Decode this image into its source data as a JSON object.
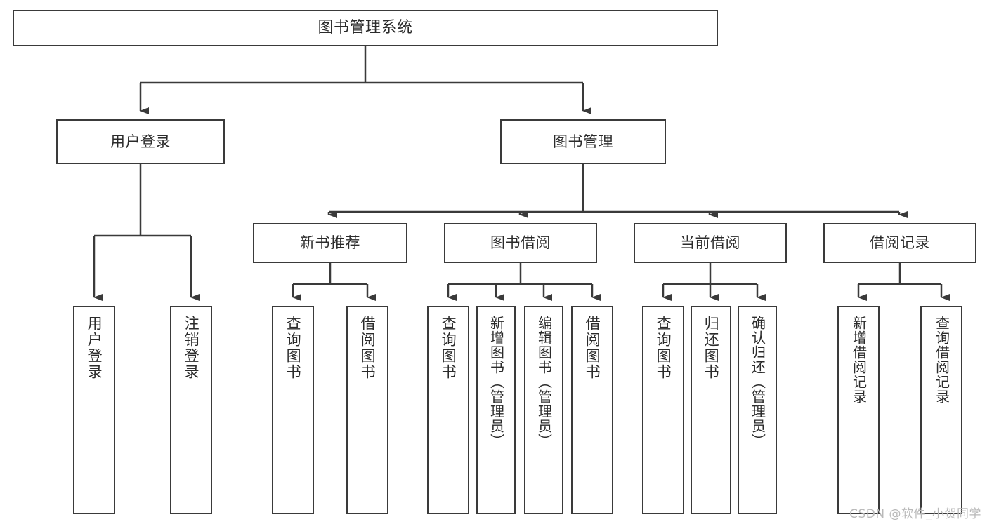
{
  "diagram": {
    "title": "图书管理系统",
    "watermark": "CSDN @软件_小贺同学",
    "colors": {
      "stroke": "#3a3a3a",
      "text": "#2b2b2b",
      "background": "#ffffff",
      "watermark": "#b9b9b9"
    },
    "root": {
      "label": "图书管理系统"
    },
    "level2": [
      {
        "label": "用户登录"
      },
      {
        "label": "图书管理"
      }
    ],
    "level3": [
      {
        "label": "新书推荐"
      },
      {
        "label": "图书借阅"
      },
      {
        "label": "当前借阅"
      },
      {
        "label": "借阅记录"
      }
    ],
    "leaves": [
      {
        "label": "用户登录",
        "parent": "用户登录"
      },
      {
        "label": "注销登录",
        "parent": "用户登录"
      },
      {
        "label": "查询图书",
        "parent": "新书推荐"
      },
      {
        "label": "借阅图书",
        "parent": "新书推荐"
      },
      {
        "label": "查询图书",
        "parent": "图书借阅"
      },
      {
        "label": "新增图书（管理员）",
        "parent": "图书借阅"
      },
      {
        "label": "编辑图书（管理员）",
        "parent": "图书借阅"
      },
      {
        "label": "借阅图书",
        "parent": "图书借阅"
      },
      {
        "label": "查询图书",
        "parent": "当前借阅"
      },
      {
        "label": "归还图书",
        "parent": "当前借阅"
      },
      {
        "label": "确认归还（管理员）",
        "parent": "当前借阅"
      },
      {
        "label": "新增借阅记录",
        "parent": "借阅记录"
      },
      {
        "label": "查询借阅记录",
        "parent": "借阅记录"
      }
    ]
  }
}
